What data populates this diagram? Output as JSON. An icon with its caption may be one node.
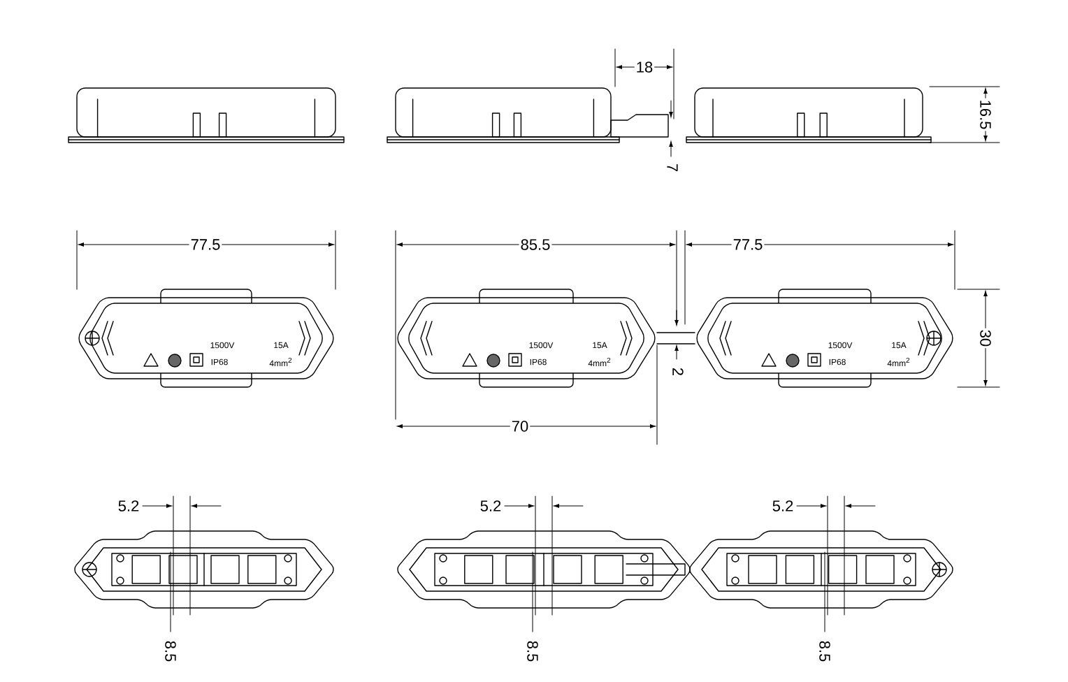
{
  "diagram": {
    "labels": [
      "18",
      "16.5",
      "7",
      "77.5",
      "85.5",
      "77.5",
      "30",
      "1500V",
      "15A",
      "IP68",
      "4mm$^{2}$",
      "1500V",
      "15A",
      "IP68",
      "4mm$^{2}$",
      "1500V",
      "15A",
      "IP68",
      "4mm$^{2}$",
      "2",
      "70",
      "5.2",
      "8.5",
      "5.2",
      "8.5",
      "5.2",
      "8.5"
    ]
  }
}
